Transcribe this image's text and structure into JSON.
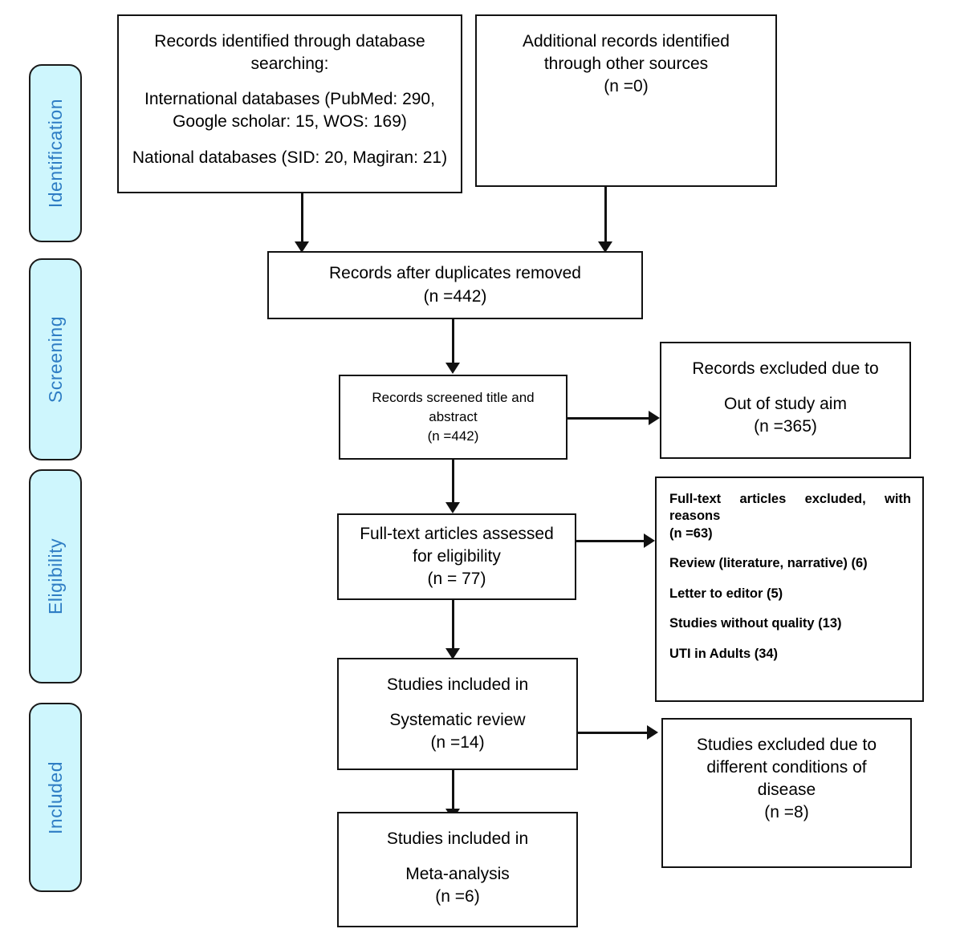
{
  "diagram": {
    "type": "prisma-flow-diagram",
    "accent_color": "#CEF6FD",
    "accent_text_color": "#2E7DC4",
    "line_color": "#111111"
  },
  "phases": [
    {
      "label": "Identification"
    },
    {
      "label": "Screening"
    },
    {
      "label": "Eligibility"
    },
    {
      "label": "Included"
    }
  ],
  "boxes": {
    "db_search": {
      "lines": [
        "Records identified through database",
        "searching:",
        "International databases (PubMed: 290,",
        "Google scholar: 15, WOS: 169)",
        "National databases (SID: 20, Magiran: 21)"
      ]
    },
    "other_sources": {
      "lines": [
        "Additional records identified",
        "through other sources",
        "(n =0)"
      ]
    },
    "duplicates_removed": {
      "lines": [
        "Records after duplicates removed",
        "(n =442)"
      ]
    },
    "records_screened": {
      "lines": [
        "Records screened title and",
        "abstract",
        "(n =442)"
      ]
    },
    "records_excluded": {
      "lines": [
        "Records excluded due to",
        "Out of study aim",
        "(n =365)"
      ]
    },
    "fulltext_assessed": {
      "lines": [
        "Full-text articles assessed",
        "for eligibility",
        "(n = 77)"
      ]
    },
    "fulltext_excluded": {
      "heading_justified": "Full-text articles excluded, with",
      "heading_rest": "reasons",
      "count": "(n =63)",
      "reasons": [
        "Review (literature, narrative) (6)",
        "Letter to editor (5)",
        "Studies without quality (13)",
        "UTI in Adults (34)"
      ]
    },
    "systematic_review": {
      "lines": [
        "Studies included in",
        "Systematic review",
        "(n =14)"
      ]
    },
    "studies_excluded": {
      "lines": [
        "Studies excluded due to",
        "different conditions of",
        "disease",
        "(n =8)"
      ]
    },
    "meta_analysis": {
      "lines": [
        "Studies included in",
        "Meta-analysis",
        "(n =6)"
      ]
    }
  }
}
